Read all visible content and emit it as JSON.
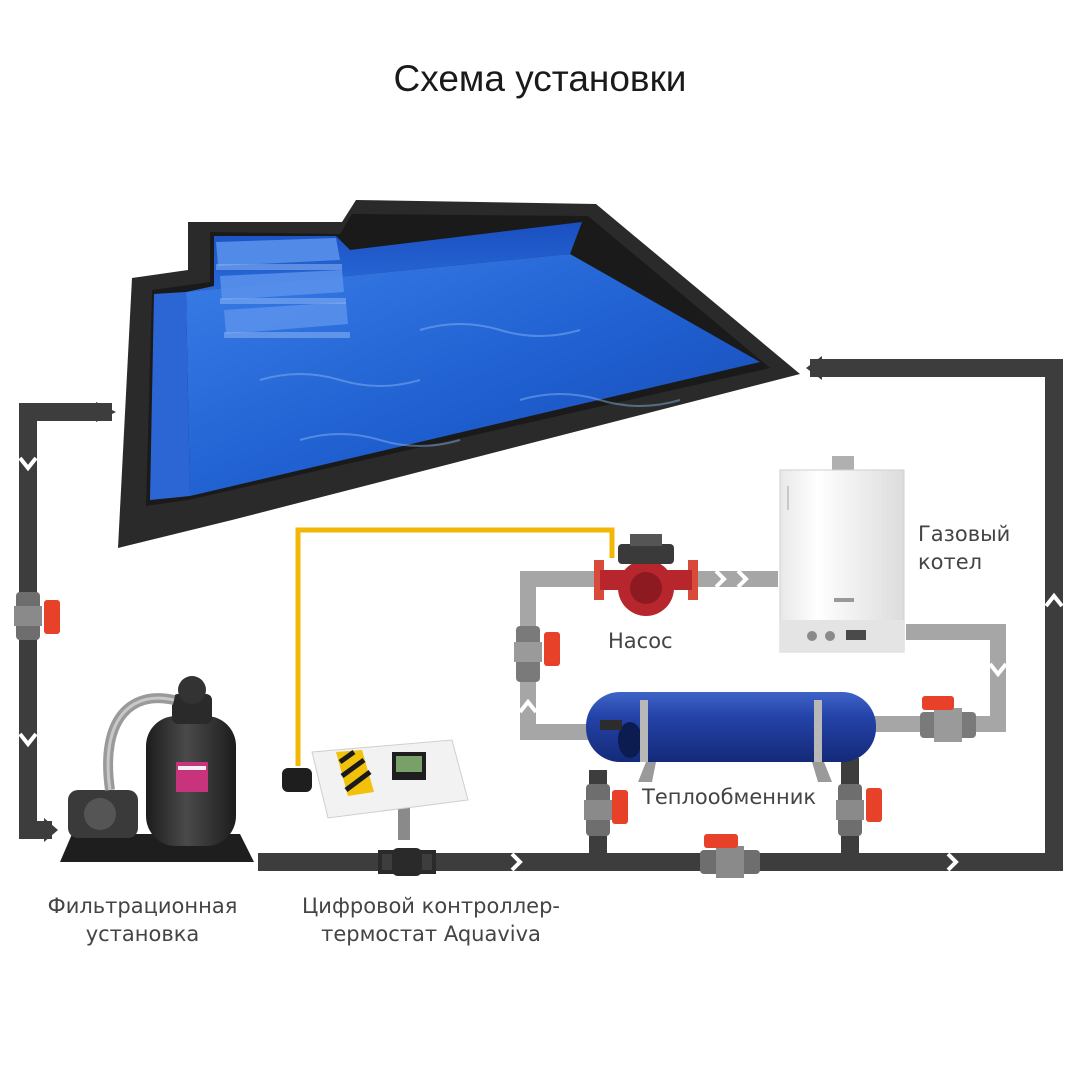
{
  "title": "Схема установки",
  "labels": {
    "gas_boiler": [
      "Газовый",
      "котел"
    ],
    "pump": "Насос",
    "heat_exchanger": "Теплообменник",
    "filter_unit": [
      "Фильтрационная",
      "установка"
    ],
    "controller": [
      "Цифровой контроллер-",
      "термостат Aquaviva"
    ]
  },
  "colors": {
    "main_pipe": "#3d3d3d",
    "secondary_pipe": "#a6a6a6",
    "signal_cable": "#f2b705",
    "pool_water": "#1f5fd0",
    "pool_rim": "#2a2a2a",
    "heat_exchanger": "#1b3a9a",
    "pump": "#b8262d",
    "valve_handle": "#e8412a",
    "filter_tank": "#2b2b2b"
  },
  "icons": [
    "pool",
    "gas-boiler",
    "circulation-pump",
    "heat-exchanger",
    "filter-unit",
    "controller",
    "ball-valve",
    "temperature-sensor"
  ]
}
